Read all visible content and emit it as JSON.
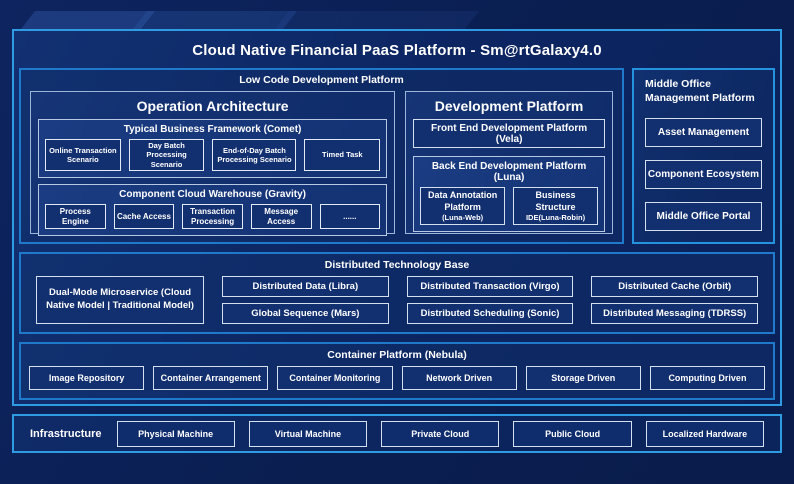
{
  "title": "Cloud Native Financial PaaS Platform - Sm@rtGalaxy4.0",
  "low_code": {
    "label": "Low Code Development Platform",
    "operation_architecture": {
      "title": "Operation Architecture",
      "typical_business": {
        "label": "Typical Business Framework (Comet)",
        "items": [
          "Online Transaction Scenario",
          "Day Batch Processing Scenario",
          "End-of-Day Batch Processing Scenario",
          "Timed Task"
        ]
      },
      "component_warehouse": {
        "label": "Component Cloud Warehouse (Gravity)",
        "items": [
          "Process Engine",
          "Cache Access",
          "Transaction Processing",
          "Message Access",
          "......"
        ]
      }
    },
    "development_platform": {
      "title": "Development Platform",
      "front_end_label": "Front End Development Platform (Vela)",
      "back_end": {
        "label": "Back End Development Platform (Luna)",
        "items": [
          {
            "name": "Data Annotation Platform",
            "sub": "(Luna-Web)"
          },
          {
            "name": "Business Structure",
            "sub": "IDE(Luna-Robin)"
          }
        ]
      }
    }
  },
  "middle_office": {
    "label": "Middle Office Management Platform",
    "items": [
      "Asset Management",
      "Component Ecosystem",
      "Middle Office Portal"
    ]
  },
  "distributed_base": {
    "label": "Distributed Technology Base",
    "dual_mode_label": "Dual-Mode Microservice (Cloud Native Model | Traditional Model)",
    "columns": [
      {
        "top": "Distributed Data (Libra)",
        "bottom": "Global Sequence (Mars)"
      },
      {
        "top": "Distributed Transaction (Virgo)",
        "bottom": "Distributed Scheduling (Sonic)"
      },
      {
        "top": "Distributed Cache (Orbit)",
        "bottom": "Distributed Messaging (TDRSS)"
      }
    ]
  },
  "container_platform": {
    "label": "Container Platform (Nebula)",
    "items": [
      "Image Repository",
      "Container Arrangement",
      "Container Monitoring",
      "Network Driven",
      "Storage Driven",
      "Computing Driven"
    ]
  },
  "infrastructure": {
    "label": "Infrastructure",
    "items": [
      "Physical Machine",
      "Virtual Machine",
      "Private Cloud",
      "Public Cloud",
      "Localized Hardware"
    ]
  },
  "colors": {
    "page_background": "#0a1e50",
    "panel_background": "#0d2663",
    "outer_border": "#2e9be2",
    "section_border": "#1f7acc",
    "light_border": "#d5e0ef",
    "text": "#ffffff"
  }
}
